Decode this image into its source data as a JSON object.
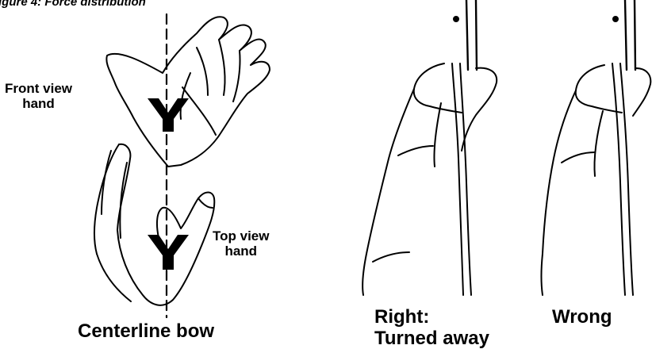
{
  "figure": {
    "caption": "igure 4: Force distribution"
  },
  "left_panel": {
    "front_label": "Front view\nhand",
    "top_label": "Top view\nhand",
    "bottom_label": "Centerline bow"
  },
  "right_panel": {
    "right_label": "Right:\nTurned away",
    "wrong_label": "Wrong"
  },
  "colors": {
    "ink": "#000000",
    "paper": "#ffffff"
  }
}
